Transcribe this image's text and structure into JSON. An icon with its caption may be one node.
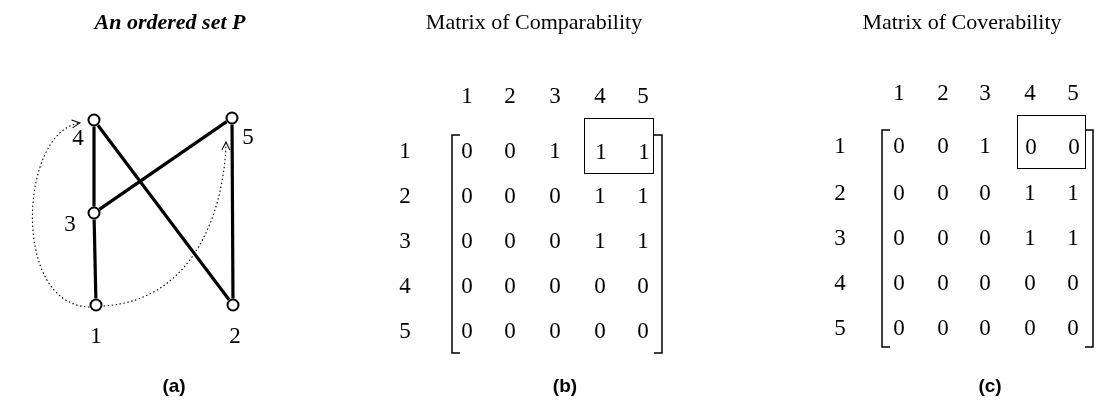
{
  "diagram": {
    "nodes": [
      {
        "text": [],
        "shape": "circle",
        "beside": [
          "4"
        ]
      },
      {
        "text": [],
        "shape": "circle",
        "beside": [
          "5"
        ]
      },
      {
        "text": [],
        "shape": "circle",
        "beside": [
          "3"
        ]
      },
      {
        "text": [],
        "shape": "circle",
        "beside": [
          "1"
        ]
      },
      {
        "text": [],
        "shape": "circle",
        "beside": [
          "2"
        ]
      },
      {
        "text": [
          "1",
          "1"
        ]
      },
      {
        "text": [
          "0",
          "0"
        ]
      }
    ],
    "edges": [
      {
        "from": 0,
        "to": 2,
        "arrow": "none"
      },
      {
        "from": 0,
        "to": 4,
        "arrow": "none"
      },
      {
        "from": 2,
        "to": 1,
        "arrow": "none"
      },
      {
        "from": 1,
        "to": 4,
        "arrow": "none"
      },
      {
        "from": 2,
        "to": 3,
        "arrow": "none"
      },
      {
        "from": 3,
        "to": 0,
        "arrow": "to",
        "style": "dashed"
      },
      {
        "from": 3,
        "to": 1,
        "arrow": "to",
        "style": "dashed"
      }
    ],
    "labels": [
      "An ordered set P",
      "(a)",
      "Matrix of Comparability",
      "1",
      "2",
      "3",
      "4",
      "5",
      "1",
      "0",
      "0",
      "1",
      "2",
      "0",
      "0",
      "0",
      "1",
      "1",
      "3",
      "0",
      "0",
      "0",
      "1",
      "1",
      "4",
      "0",
      "0",
      "0",
      "0",
      "0",
      "5",
      "0",
      "0",
      "0",
      "0",
      "0",
      "(b)",
      "Matrix of Coverability",
      "1",
      "2",
      "3",
      "4",
      "5",
      "1",
      "0",
      "0",
      "1",
      "2",
      "0",
      "0",
      "0",
      "1",
      "1",
      "3",
      "0",
      "0",
      "0",
      "1",
      "1",
      "4",
      "0",
      "0",
      "0",
      "0",
      "0",
      "5",
      "0",
      "0",
      "0",
      "0",
      "0",
      "(c)"
    ]
  }
}
